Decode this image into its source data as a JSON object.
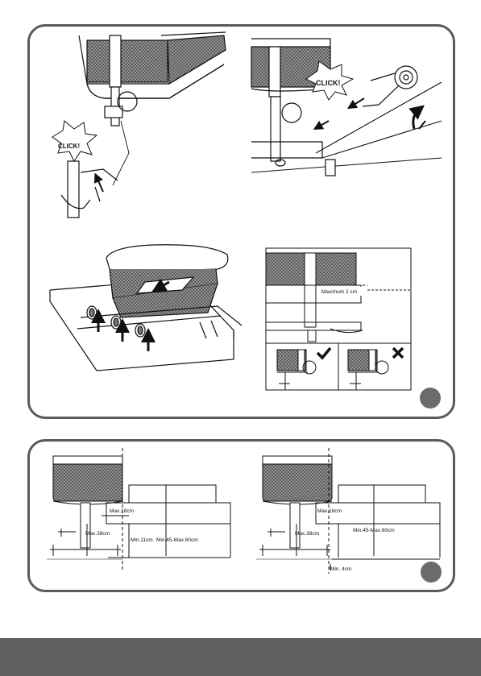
{
  "steps": {
    "step1": {
      "click_label": "CLICK!"
    },
    "step2": {
      "click_label": "CLICK!"
    },
    "step4": {
      "gap_label": "Maximum 2 cm",
      "correct_icon": "check-icon",
      "wrong_icon": "cross-icon"
    }
  },
  "bottom": {
    "left": {
      "max_18": "Max.18cm",
      "max_38": "Max.38cm",
      "min_11": "Min.11cm",
      "bed_height": "Min.45-Max.60cm"
    },
    "right": {
      "max_18": "Max.18cm",
      "max_38": "Max.38cm",
      "bed_height": "Min.45-Max.60cm",
      "min_4": "Min. 4cm"
    }
  },
  "colors": {
    "frame": "#5a5a5a",
    "badge": "#6b6b6b",
    "footer": "#5f5f5f"
  }
}
